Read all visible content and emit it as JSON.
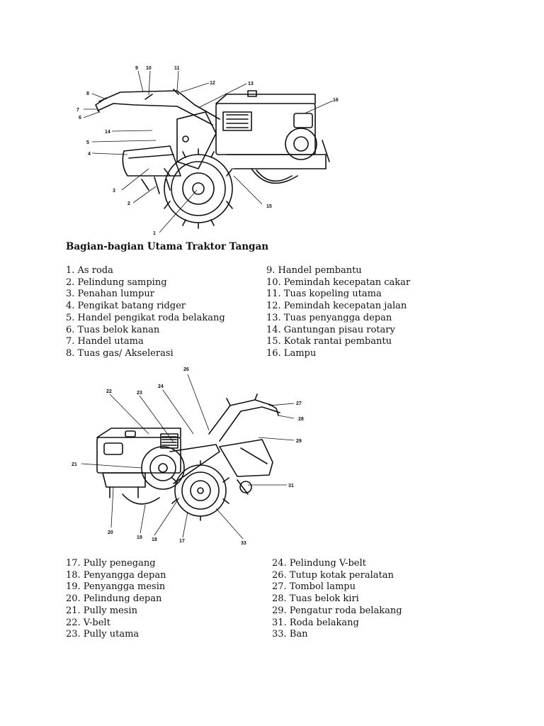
{
  "doc": {
    "title": "Bagian-bagian Utama Traktor Tangan",
    "list_1": [
      "1. As roda",
      "2. Pelindung samping",
      "3. Penahan lumpur",
      "4. Pengikat batang ridger",
      "5. Handel pengikat roda belakang",
      "6. Tuas belok kanan",
      "7. Handel utama",
      "8. Tuas gas/ Akselerasi"
    ],
    "list_2": [
      "9. Handel pembantu",
      "10. Pemindah kecepatan cakar",
      "11. Tuas kopeling utama",
      "12. Pemindah kecepatan jalan",
      "13. Tuas penyangga depan",
      "14. Gantungan pisau rotary",
      "15. Kotak rantai pembantu",
      "16. Lampu"
    ],
    "list_3": [
      "17. Pully penegang",
      "18. Penyangga depan",
      "19. Penyangga mesin",
      "20. Pelindung depan",
      "21. Pully mesin",
      "22. V-belt",
      "23. Pully utama"
    ],
    "list_4": [
      "24. Pelindung V-belt",
      "26. Tutup kotak peralatan",
      "27. Tombol lampu",
      "28. Tuas belok kiri",
      "29. Pengatur roda belakang",
      "31. Roda belakang",
      "33. Ban"
    ]
  },
  "figure_1": {
    "callouts": [
      "1",
      "2",
      "3",
      "4",
      "5",
      "6",
      "7",
      "8",
      "9",
      "10",
      "11",
      "12",
      "13",
      "14",
      "15",
      "16"
    ]
  },
  "figure_2": {
    "callouts": [
      "17",
      "18",
      "19",
      "20",
      "21",
      "22",
      "23",
      "24",
      "26",
      "27",
      "28",
      "29",
      "31",
      "33"
    ]
  }
}
